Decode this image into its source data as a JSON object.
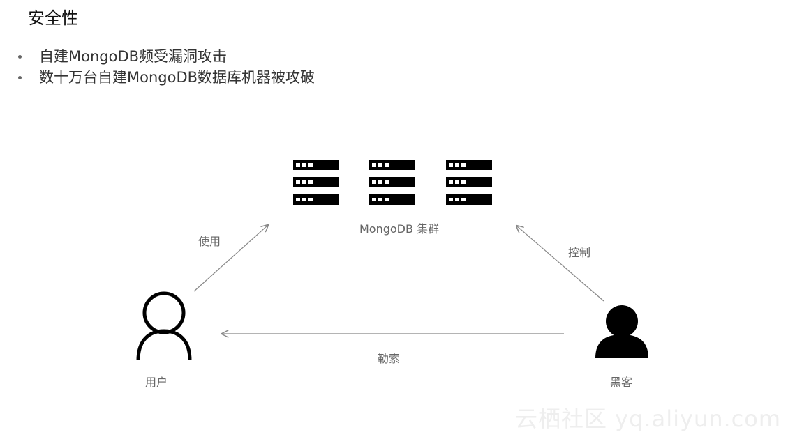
{
  "title": "安全性",
  "bullets": [
    "自建MongoDB频受漏洞攻击",
    "数十万台自建MongoDB数据库机器被攻破"
  ],
  "diagram": {
    "cluster_label": "MongoDB 集群",
    "user_label": "用户",
    "hacker_label": "黑客",
    "edge_use": "使用",
    "edge_control": "控制",
    "edge_extort": "勒索"
  },
  "watermark": "云栖社区 yq.aliyun.com",
  "colors": {
    "server": "#000000",
    "arrow": "#888888",
    "label": "#666666"
  },
  "icons": [
    "server-icon",
    "user-icon",
    "hacker-icon",
    "arrow-icon"
  ]
}
